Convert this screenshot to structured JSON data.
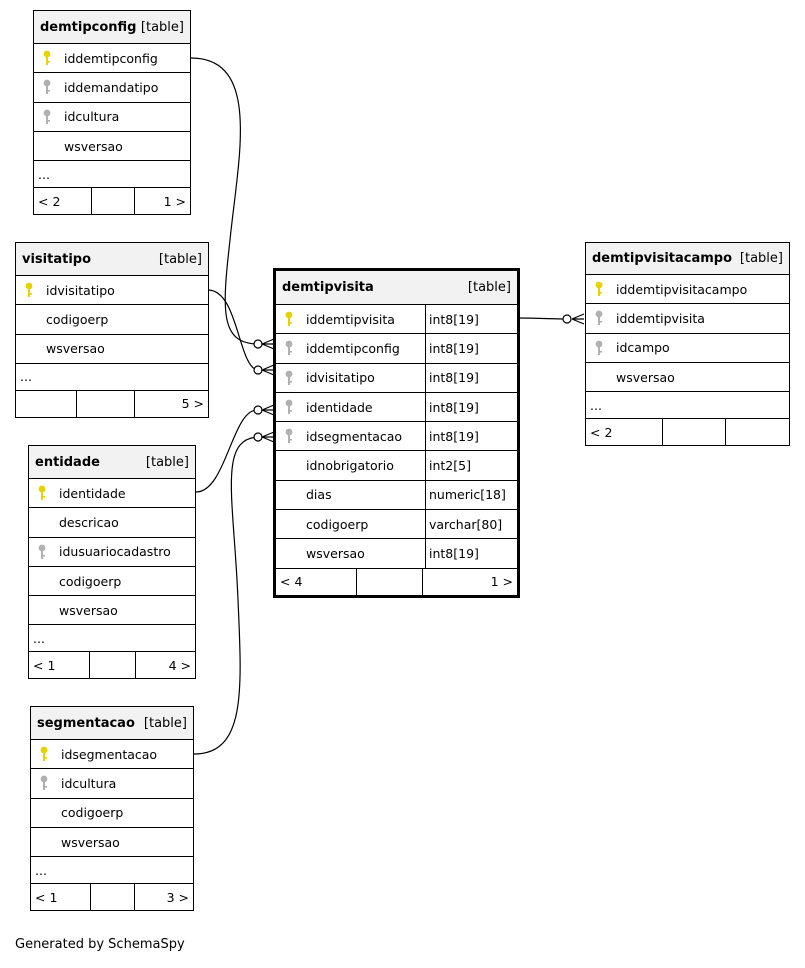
{
  "colors": {
    "primary_key": "#e6d200",
    "foreign_key": "#b0b0b0",
    "header_bg": "#f2f2f2"
  },
  "tables": {
    "demtipconfig": {
      "name": "demtipconfig",
      "type": "[table]",
      "columns": [
        {
          "name": "iddemtipconfig",
          "key": "primary"
        },
        {
          "name": "iddemandatipo",
          "key": "foreign"
        },
        {
          "name": "idcultura",
          "key": "foreign"
        },
        {
          "name": "wsversao",
          "key": "none"
        }
      ],
      "more": "...",
      "footer_left": "< 2",
      "footer_right": "1 >"
    },
    "visitatipo": {
      "name": "visitatipo",
      "type": "[table]",
      "columns": [
        {
          "name": "idvisitatipo",
          "key": "primary"
        },
        {
          "name": "codigoerp",
          "key": "none"
        },
        {
          "name": "wsversao",
          "key": "none"
        }
      ],
      "more": "...",
      "footer_left": "",
      "footer_right": "5 >"
    },
    "entidade": {
      "name": "entidade",
      "type": "[table]",
      "columns": [
        {
          "name": "identidade",
          "key": "primary"
        },
        {
          "name": "descricao",
          "key": "none"
        },
        {
          "name": "idusuariocadastro",
          "key": "foreign"
        },
        {
          "name": "codigoerp",
          "key": "none"
        },
        {
          "name": "wsversao",
          "key": "none"
        }
      ],
      "more": "...",
      "footer_left": "< 1",
      "footer_right": "4 >"
    },
    "segmentacao": {
      "name": "segmentacao",
      "type": "[table]",
      "columns": [
        {
          "name": "idsegmentacao",
          "key": "primary"
        },
        {
          "name": "idcultura",
          "key": "foreign"
        },
        {
          "name": "codigoerp",
          "key": "none"
        },
        {
          "name": "wsversao",
          "key": "none"
        }
      ],
      "more": "...",
      "footer_left": "< 1",
      "footer_right": "3 >"
    },
    "demtipvisita": {
      "name": "demtipvisita",
      "type": "[table]",
      "columns": [
        {
          "name": "iddemtipvisita",
          "key": "primary",
          "datatype": "int8[19]"
        },
        {
          "name": "iddemtipconfig",
          "key": "foreign",
          "datatype": "int8[19]"
        },
        {
          "name": "idvisitatipo",
          "key": "foreign",
          "datatype": "int8[19]"
        },
        {
          "name": "identidade",
          "key": "foreign",
          "datatype": "int8[19]"
        },
        {
          "name": "idsegmentacao",
          "key": "foreign",
          "datatype": "int8[19]"
        },
        {
          "name": "idnobrigatorio",
          "key": "none",
          "datatype": "int2[5]"
        },
        {
          "name": "dias",
          "key": "none",
          "datatype": "numeric[18]"
        },
        {
          "name": "codigoerp",
          "key": "none",
          "datatype": "varchar[80]"
        },
        {
          "name": "wsversao",
          "key": "none",
          "datatype": "int8[19]"
        }
      ],
      "more": "",
      "footer_left": "< 4",
      "footer_right": "1 >"
    },
    "demtipvisitacampo": {
      "name": "demtipvisitacampo",
      "type": "[table]",
      "columns": [
        {
          "name": "iddemtipvisitacampo",
          "key": "primary"
        },
        {
          "name": "iddemtipvisita",
          "key": "foreign"
        },
        {
          "name": "idcampo",
          "key": "foreign"
        },
        {
          "name": "wsversao",
          "key": "none"
        }
      ],
      "more": "...",
      "footer_left": "< 2",
      "footer_right": ""
    }
  },
  "credit": "Generated by SchemaSpy"
}
